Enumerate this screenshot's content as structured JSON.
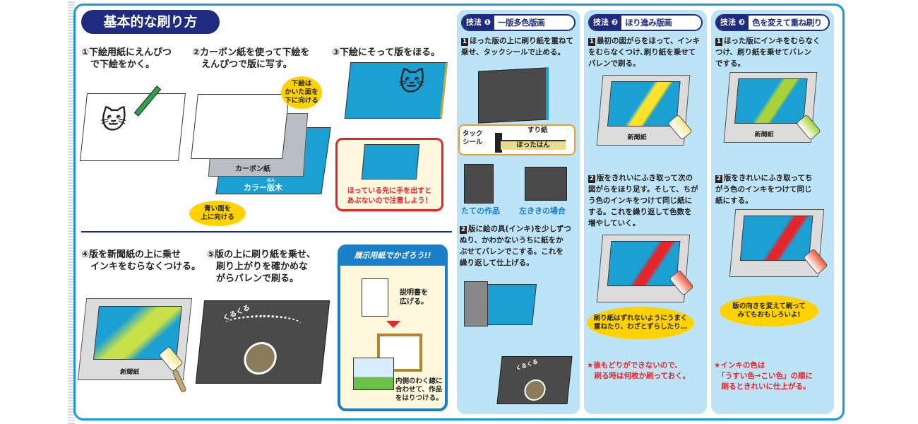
{
  "title": "基本的な刷り方",
  "steps": {
    "s1": "①下絵用紙にえんぴつ\n　で下絵をかく。",
    "s2": "②カーボン紙を使って下絵を\n　えんぴつで版に写す。",
    "s3": "③下絵にそって版をほる。",
    "s4": "④版を新聞紙の上に乗せ\n　インキをむらなくつける。",
    "s5": "⑤版の上に刷り紙を乗せ、\n　刷り上がりを確かめな\n　がらバレンで刷る。"
  },
  "labels": {
    "carbon": "カーボン紙",
    "colorboard": "カラー版木",
    "ruby_han": "はん",
    "bubble_down": "下絵は\nかいた面を\n下に向ける",
    "bubble_up": "青い面を\n上に向ける",
    "warning": "ほっている先に手を出すと\nあぶないので注意しよう！",
    "newspaper": "新聞紙",
    "kurukuru": "くるくる"
  },
  "display": {
    "header": "展示用紙でかざろう!!",
    "step_a": "説明書を\n広げる。",
    "step_b": "内側のわく線に\n合わせて、作品\nをはりつける。"
  },
  "techniques": [
    {
      "label": "技法 ❶",
      "name": "一版多色版画",
      "p1": "ほった版の上に刷り紙を重ねて\n乗せ、タックシールで止める。",
      "tack": "タック\nシール",
      "suri": "すり紙",
      "hottahan": "ほったはん",
      "vertical": "たての作品",
      "horizontal": "左ききの場合",
      "p2": "版に絵の具(インキ)を少しずつ\nぬり、かわかないうちに紙をか\nぶせてバレンでこする。これを\n繰り返して仕上げる。",
      "kurukuru": "くるくる"
    },
    {
      "label": "技法 ❷",
      "name": "ほり進み版画",
      "p1": "最初の図がらをほって、インキ\nをむらなくつけ､刷り紙を乗せて\nバレンで刷る。",
      "newspaper": "新聞紙",
      "p2": "版をきれいにふき取って次の\n図がらをほり足す。そして、ちが\nう色のインキをつけて同じ紙に\nする。これを繰り返して色数を\n増やしていく。",
      "bubble": "刷り紙はずれないようにうまく\n重ねたり、わざとずらしたり…",
      "note": "★後もどりができないので、\n　刷る時は何枚か刷っておく。"
    },
    {
      "label": "技法 ❸",
      "name": "色を変えて重ね刷り",
      "p1": "ほった版にインキをむらなく\nつけ、刷り紙を乗せてバレン\nでする。",
      "newspaper": "新聞紙",
      "p2": "版をきれいにふき取ってち\nがう色のインキをつけて同じ\n紙にする。",
      "bubble": "版の向きを変えて刷って\nみてもおもしろいよ!",
      "note": "★インキの色は\n　「うすい色→こい色」の順に\n　刷るときれいに仕上がる。"
    }
  ],
  "colors": {
    "frame": "#1a9ad6",
    "navy": "#1e2b7f",
    "panel": "#bde3f7",
    "board": "#1aa0d2",
    "warning": "#e3262c",
    "bubble": "#ffd200"
  }
}
